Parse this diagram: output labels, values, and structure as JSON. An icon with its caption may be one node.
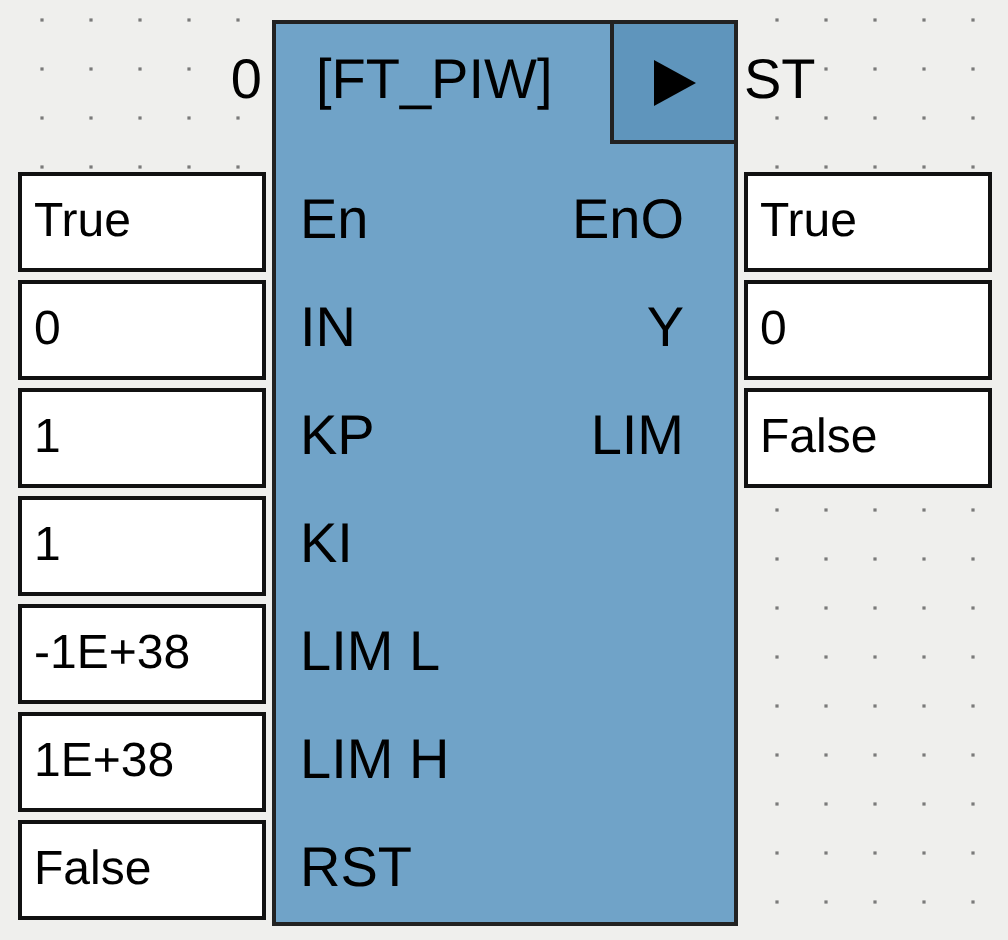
{
  "diagram": {
    "nodes": [
      {
        "text": [
          "[FT_PIW]",
          "En",
          "EnO",
          "IN",
          "Y",
          "KP",
          "LIM",
          "KI",
          "LIM L",
          "LIM H",
          "RST"
        ],
        "beside": [
          "0",
          "ST"
        ]
      },
      {
        "text": [
          "True"
        ]
      },
      {
        "text": [
          "True"
        ]
      },
      {
        "text": [
          "0"
        ]
      },
      {
        "text": [
          "0"
        ]
      },
      {
        "text": [
          "1"
        ]
      },
      {
        "text": [
          "False"
        ]
      },
      {
        "text": [
          "1"
        ]
      },
      {
        "text": [
          "-1E+38"
        ]
      },
      {
        "text": [
          "1E+38"
        ]
      },
      {
        "text": [
          "False"
        ]
      }
    ]
  }
}
